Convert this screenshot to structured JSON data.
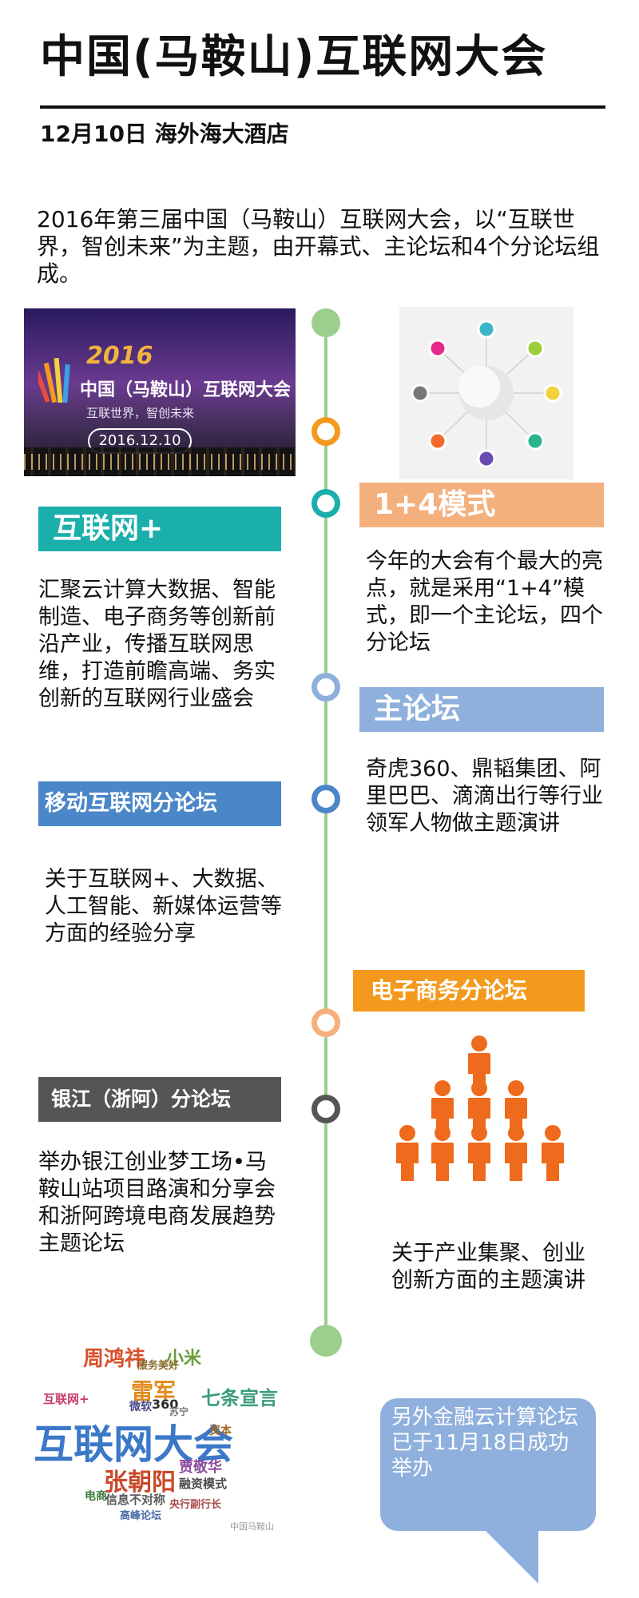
{
  "header": {
    "title": "中国(马鞍山)互联网大会",
    "subtitle": "12月10日 海外海大酒店"
  },
  "intro": "2016年第三届中国（马鞍山）互联网大会，以“互联世界，智创未来”为主题，由开幕式、主论坛和4个分论坛组成。",
  "event_image": {
    "year": "2016",
    "name": "中国（马鞍山）互联网大会",
    "slogan": "互联世界，智创未来",
    "date": "2016.12.10"
  },
  "sections": {
    "internet_plus": {
      "label": "互联网+",
      "text": "汇聚云计算大数据、智能制造、电子商务等创新前沿产业，传播互联网思维，打造前瞻高端、务实创新的互联网行业盛会"
    },
    "one_plus_four": {
      "label": "1+4模式",
      "text": "今年的大会有个最大的亮点，就是采用“1+4”模式，即一个主论坛，四个分论坛"
    },
    "main_forum": {
      "label": "主论坛",
      "text": "奇虎360、鼎韬集团、阿里巴巴、滴滴出行等行业领军人物做主题演讲"
    },
    "mobile_forum": {
      "label": "移动互联网分论坛",
      "text": "关于互联网+、大数据、人工智能、新媒体运营等方面的经验分享"
    },
    "ecommerce_forum": {
      "label": "电子商务分论坛",
      "text": "关于产业集聚、创业创新方面的主题演讲"
    },
    "yinjiang_forum": {
      "label": "银江（浙阿）分论坛",
      "text": "举办银江创业梦工场•马鞍山站项目路演和分享会和浙阿跨境电商发展趋势主题论坛"
    }
  },
  "word_cloud": {
    "main": "互联网大会",
    "words": [
      "张朝阳",
      "雷军",
      "周鸿祎",
      "小米",
      "贾敬华",
      "融资模式",
      "信息不对称",
      "七条宣言",
      "高峰论坛",
      "央行副行长",
      "服务美好",
      "微软",
      "360",
      "电商",
      "苏宁",
      "资本",
      "互联网+"
    ],
    "watermark": "中国马鞍山"
  },
  "bubble": {
    "text": "另外金融云计算论坛已于11月18日成功举办"
  },
  "colors": {
    "timeline": "#9ccf8d",
    "teal": "#1aafab",
    "orange_light": "#f4b07c",
    "blue_light": "#8fb0dd",
    "blue": "#4a86c8",
    "orange": "#f39a1e",
    "dark_gray": "#555555",
    "people_orange": "#ee6a1c"
  }
}
